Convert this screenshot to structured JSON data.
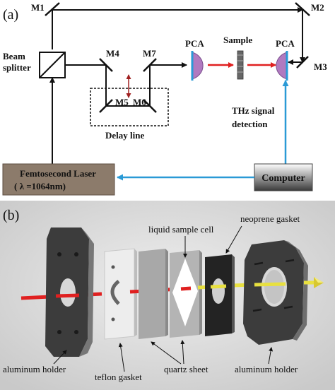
{
  "panel_a": {
    "panel_label": "(a)",
    "mirrors": {
      "m1": "M1",
      "m2": "M2",
      "m3": "M3",
      "m4": "M4",
      "m5": "M5",
      "m6": "M6",
      "m7": "M7"
    },
    "beam_splitter_line1": "Beam",
    "beam_splitter_line2": "splitter",
    "pca_left": "PCA",
    "pca_right": "PCA",
    "sample": "Sample",
    "delay_line": "Delay line",
    "thz_line1": "THz signal",
    "thz_line2": "detection",
    "laser_line1": "Femtosecond Laser",
    "laser_line2": "( λ =1064nm)",
    "computer": "Computer"
  },
  "panel_b": {
    "panel_label": "(b)",
    "liquid_sample_cell": "liquid sample cell",
    "neoprene_gasket": "neoprene gasket",
    "aluminum_holder_left": "aluminum holder",
    "teflon_gasket": "teflon gasket",
    "quartz_sheet": "quartz sheet",
    "aluminum_holder_right": "aluminum holder"
  },
  "colors": {
    "laser_box": "#8c7b6b",
    "beam_red": "#e02020",
    "beam_blue": "#2a9ad6",
    "pca_purple": "#b07ac0",
    "thz_yellow": "#e8e040",
    "panel_b_bg": "#d9d9d9",
    "holder": "#3c3c3c",
    "neoprene": "#232323",
    "teflon": "#ededed",
    "quartz": "#aaaaaa"
  }
}
